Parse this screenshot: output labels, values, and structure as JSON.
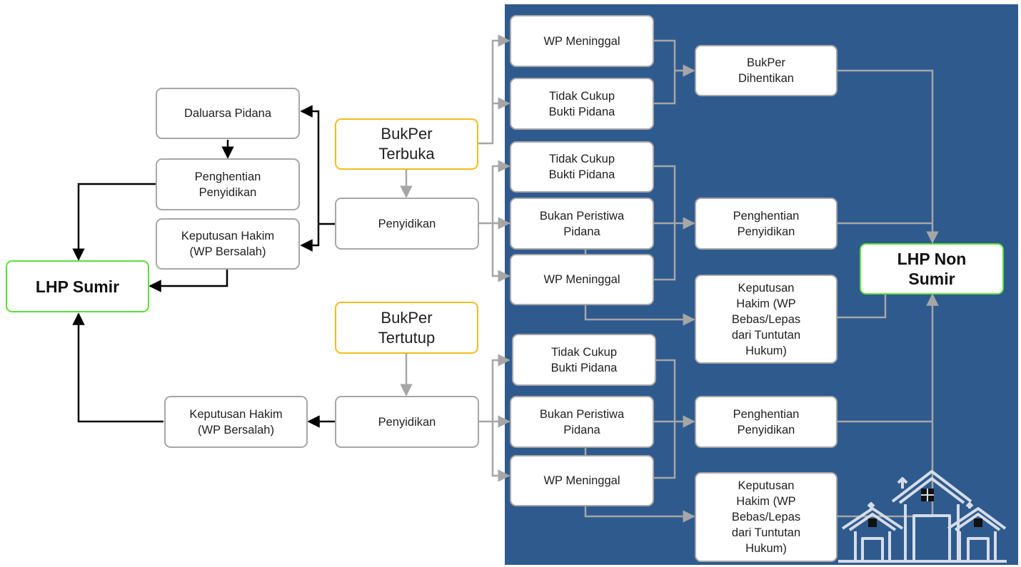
{
  "left_side": {
    "daluarsa_pidana": "Daluarsa Pidana",
    "penghentian_penyidikan": "Penghentian\nPenyidikan",
    "keputusan_hakim_top": "Keputusan Hakim\n(WP Bersalah)",
    "lhp_sumir": "LHP Sumir",
    "keputusan_hakim_bottom": "Keputusan Hakim\n(WP Bersalah)"
  },
  "center": {
    "bukper_terbuka": "BukPer\nTerbuka",
    "penyidikan_top": "Penyidikan",
    "bukper_tertutup": "BukPer\nTertutup",
    "penyidikan_bottom": "Penyidikan"
  },
  "right_panel": {
    "wp_meninggal_1": "WP Meninggal",
    "tidak_cukup_1": "Tidak Cukup\nBukti Pidana",
    "bukper_dihentikan": "BukPer\nDihentikan",
    "tidak_cukup_2": "Tidak Cukup\nBukti Pidana",
    "bukan_peristiwa_1": "Bukan Peristiwa\nPidana",
    "wp_meninggal_2": "WP Meninggal",
    "penghentian_penyidikan_1": "Penghentian\nPenyidikan",
    "keputusan_hakim_bebas_1": "Keputusan\nHakim (WP\nBebas/Lepas\ndari Tuntutan\nHukum)",
    "tidak_cukup_3": "Tidak Cukup\nBukti Pidana",
    "bukan_peristiwa_2": "Bukan Peristiwa\nPidana",
    "wp_meninggal_3": "WP Meninggal",
    "penghentian_penyidikan_2": "Penghentian\nPenyidikan",
    "keputusan_hakim_bebas_2": "Keputusan\nHakim (WP\nBebas/Lepas\ndari Tuntutan\nHukum)",
    "lhp_non_sumir": "LHP Non\nSumir"
  },
  "colors": {
    "panel": "#2f5a8e",
    "box_border": "#a7a7a7",
    "bukper_border": "#f2bd1c",
    "lhp_border": "#59e03a",
    "connector_black": "#000000",
    "connector_grey": "#a6a6a6",
    "house_icon": "#d6dde8"
  },
  "icons": [
    "house-icon"
  ]
}
